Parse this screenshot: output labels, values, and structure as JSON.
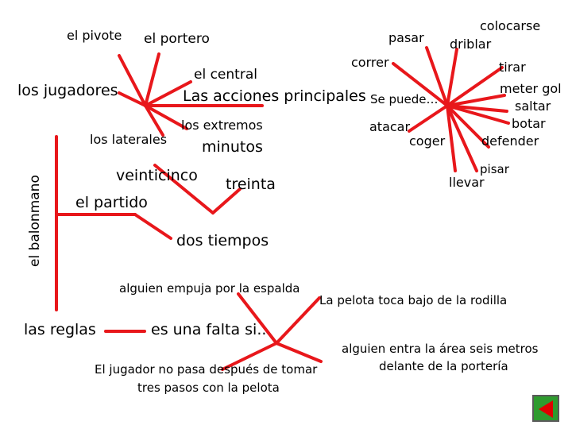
{
  "colors": {
    "line": "#e8171b",
    "text": "#000000",
    "nav_bg": "#2e9b2e",
    "nav_arrow": "#e00000"
  },
  "vertical_label": "el balonmano",
  "players": {
    "title": "los jugadores",
    "items": [
      "el pivote",
      "el portero",
      "el central",
      "los extremos",
      "los laterales"
    ]
  },
  "actions": {
    "title": "Las acciones principales",
    "hub": "Se puede…",
    "items": [
      "pasar",
      "correr",
      "colocarse",
      "driblar",
      "tirar",
      "meter gol",
      "saltar",
      "botar",
      "defender",
      "pisar",
      "llevar",
      "coger",
      "atacar"
    ]
  },
  "match": {
    "title": "el partido",
    "minutes_label": "minutos",
    "durations": [
      "veinticinco",
      "treinta"
    ],
    "halves": "dos tiempos"
  },
  "rules": {
    "title": "las reglas",
    "foul": "es una falta si..",
    "conditions": [
      "alguien empuja por la espalda",
      "La pelota toca bajo de la rodilla",
      "alguien entra la área seis metros",
      "delante de la portería",
      "El jugador no pasa después de tomar",
      "tres pasos con la pelota"
    ]
  },
  "nav": {
    "prev_icon": "back-arrow-icon"
  }
}
